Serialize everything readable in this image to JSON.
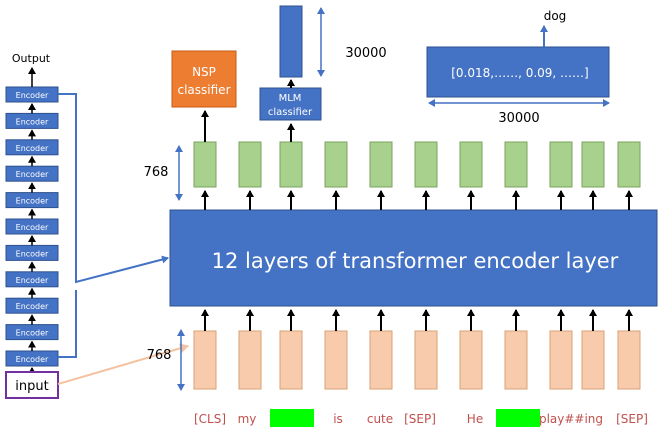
{
  "left_stack": {
    "output_label": "Output",
    "encoder_label": "Encoder",
    "encoder_count": 11,
    "input_label": "input"
  },
  "main_block": {
    "label": "12 layers of transformer encoder layer"
  },
  "nsp": {
    "line1": "NSP",
    "line2": "classifier"
  },
  "mlm": {
    "line1": "MLM",
    "line2": "classifier",
    "vocab_size_label": "30000"
  },
  "prediction": {
    "vector_text": "[0.018,……,  0.09,  ……]",
    "width_label": "30000",
    "output_word": "dog"
  },
  "dims": {
    "top_hidden": "768",
    "bottom_hidden": "768"
  },
  "tokens": [
    {
      "text": "[CLS]",
      "masked": false
    },
    {
      "text": "my",
      "masked": false
    },
    {
      "text": "",
      "masked": true
    },
    {
      "text": "is",
      "masked": false
    },
    {
      "text": "cute",
      "masked": false
    },
    {
      "text": "[SEP]",
      "masked": false
    },
    {
      "text": "He",
      "masked": false
    },
    {
      "text": "",
      "masked": true
    },
    {
      "text": "play##ing",
      "masked": false
    },
    {
      "text": "[SEP]",
      "masked": false
    }
  ],
  "colors": {
    "blue": "#4472c4",
    "blue_border": "#2f528f",
    "orange": "#ed7d31",
    "green_box": "#a9d18e",
    "green_border": "#7aa35c",
    "peach_box": "#f8cbad",
    "peach_border": "#d9a074",
    "mask_green": "#00ff00",
    "token_text": "#c0504d",
    "input_border": "#7030a0",
    "input_arrow": "#f4c2a0"
  }
}
